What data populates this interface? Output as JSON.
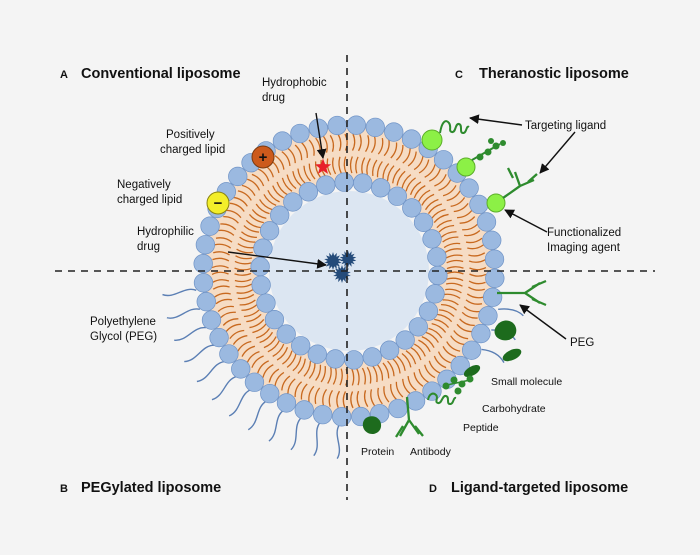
{
  "quadrants": {
    "a": {
      "letter": "A",
      "title": "Conventional liposome"
    },
    "b": {
      "letter": "B",
      "title": "PEGylated liposome"
    },
    "c": {
      "letter": "C",
      "title": "Theranostic liposome"
    },
    "d": {
      "letter": "D",
      "title": "Ligand-targeted liposome"
    }
  },
  "labels": {
    "hydrophobic_drug": [
      "Hydrophobic",
      "drug"
    ],
    "positively_charged_lipid": [
      "Positively",
      "charged lipid"
    ],
    "negatively_charged_lipid": [
      "Negatively",
      "charged lipid"
    ],
    "hydrophilic_drug": [
      "Hydrophilic",
      "drug"
    ],
    "peg_long": [
      "Polyethylene",
      "Glycol (PEG)"
    ],
    "targeting_ligand": "Targeting ligand",
    "functionalized_imaging": [
      "Functionalized",
      "Imaging agent"
    ],
    "peg": "PEG",
    "small_molecule": "Small molecule",
    "carbohydrate": "Carbohydrate",
    "peptide": "Peptide",
    "protein": "Protein",
    "antibody": "Antibody"
  },
  "symbols": {
    "positive": "+",
    "negative": "−"
  },
  "colors": {
    "lipid_head": "#9bb9e0",
    "lipid_head_stroke": "#6f93c6",
    "lipid_tail": "#c8691f",
    "bilayer_fill": "#f6dcc4",
    "core": "#dce6f2",
    "drug": "#244b7a",
    "ligand_green": "#2e8b2e",
    "dark_green": "#1d6b1d",
    "imaging_agent": "#8cf046",
    "positive_lipid": "#cc5a1c",
    "negative_lipid": "#f3ee2a",
    "star": "#e8202a"
  }
}
